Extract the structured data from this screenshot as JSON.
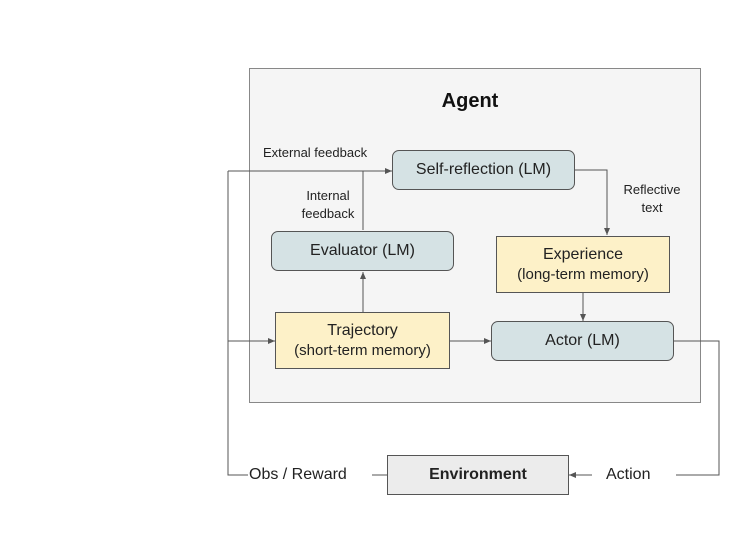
{
  "agent": {
    "title": "Agent"
  },
  "nodes": {
    "self_reflection": "Self-reflection (LM)",
    "evaluator": "Evaluator (LM)",
    "experience": {
      "title": "Experience",
      "subtitle": "(long-term memory)"
    },
    "trajectory": {
      "title": "Trajectory",
      "subtitle": "(short-term memory)"
    },
    "actor": "Actor (LM)",
    "environment": "Environment"
  },
  "labels": {
    "external_feedback": "External feedback",
    "internal_feedback_line1": "Internal",
    "internal_feedback_line2": "feedback",
    "reflective_text_line1": "Reflective",
    "reflective_text_line2": "text",
    "obs_reward": "Obs / Reward",
    "action": "Action"
  },
  "colors": {
    "lm_fill": "#d5e2e4",
    "memory_fill": "#fdf1c8",
    "environment_fill": "#ececec",
    "agent_fill": "#f5f5f5",
    "line": "#555555"
  }
}
